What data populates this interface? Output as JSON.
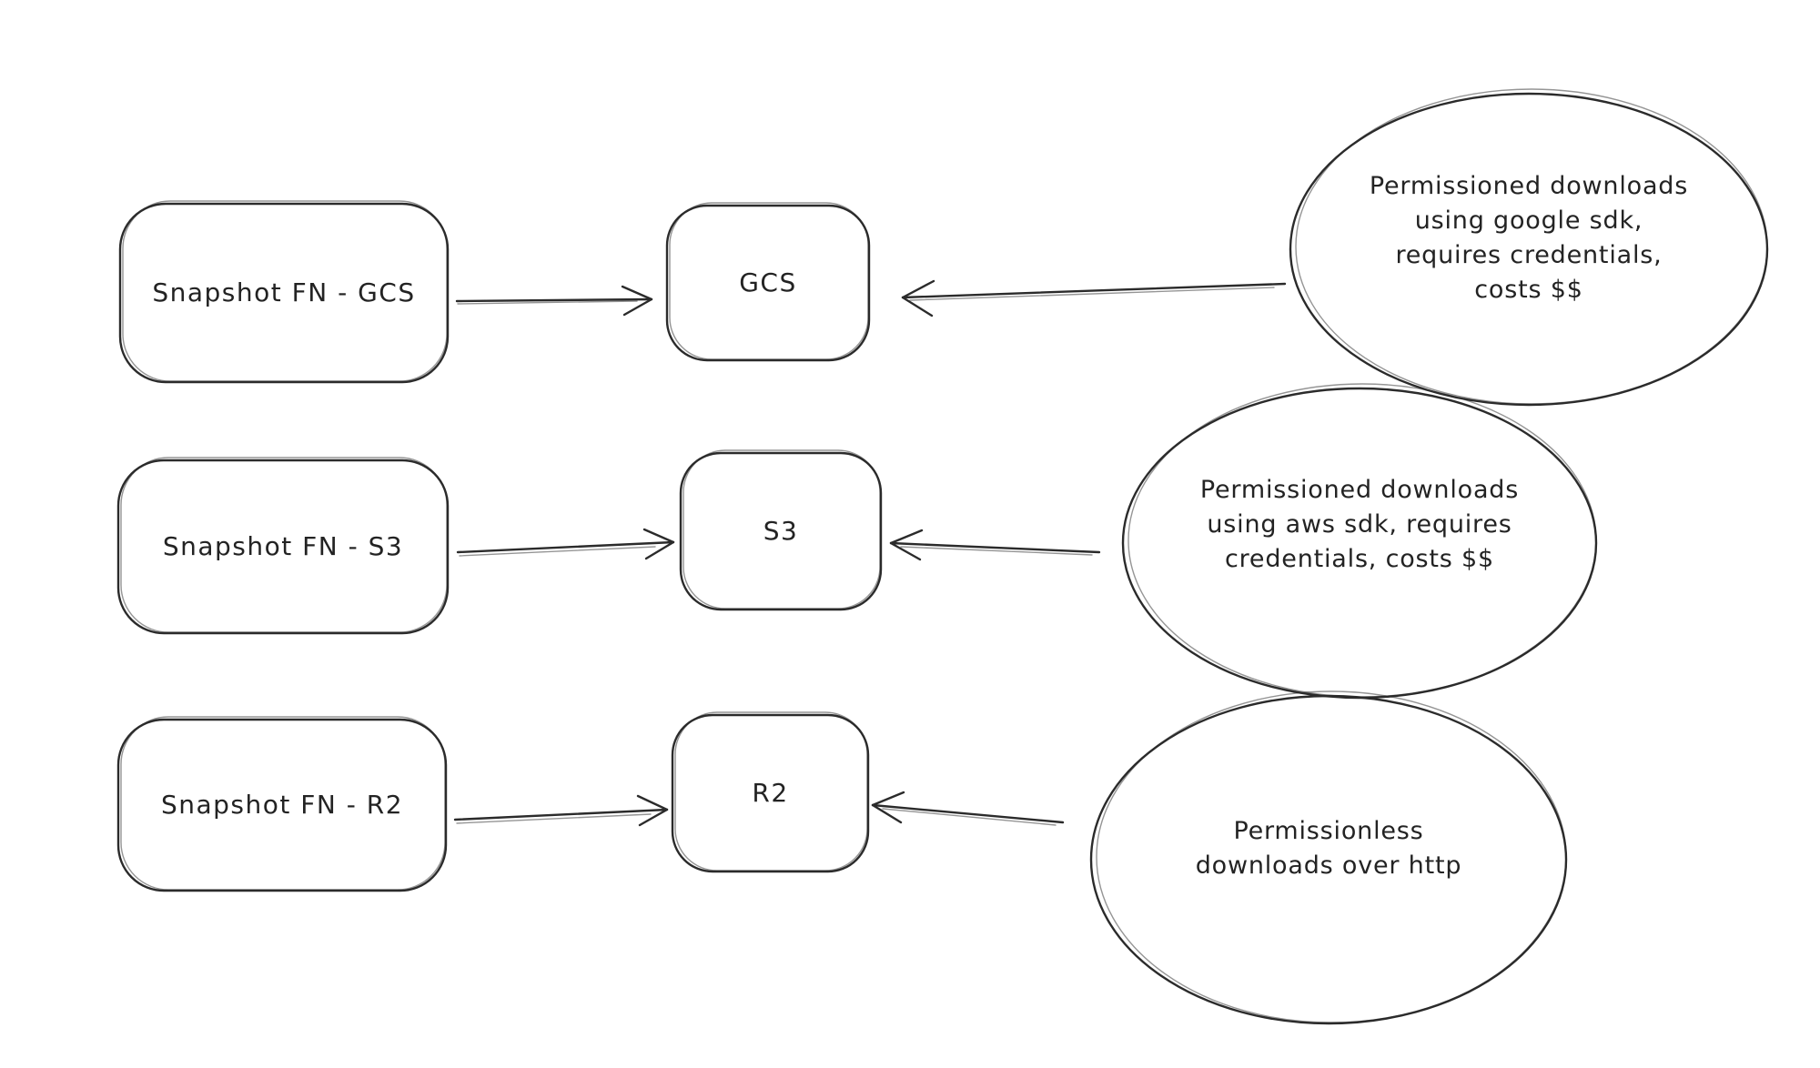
{
  "diagram": {
    "background": "#ffffff",
    "ink_color": "#2b2b2b",
    "rows": [
      {
        "source_label": "Snapshot FN - GCS",
        "storage_label": "GCS",
        "note_text": "Permissioned downloads\nusing google sdk,\nrequires credentials,\ncosts $$"
      },
      {
        "source_label": "Snapshot FN - S3",
        "storage_label": "S3",
        "note_text": "Permissioned downloads\nusing aws sdk, requires\ncredentials, costs $$"
      },
      {
        "source_label": "Snapshot FN - R2",
        "storage_label": "R2",
        "note_text": "Permissionless\ndownloads over http"
      }
    ]
  }
}
